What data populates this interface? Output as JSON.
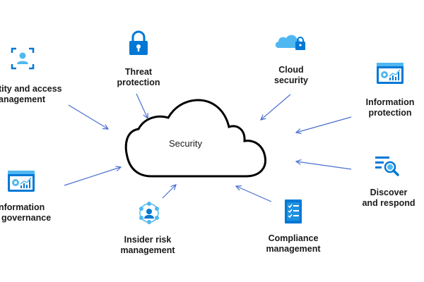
{
  "center": {
    "label": "Security"
  },
  "nodes": {
    "identity": {
      "line1": "tity and access",
      "line2": "anagement",
      "icon": "identity-scan-icon"
    },
    "threat": {
      "line1": "Threat",
      "line2": "protection",
      "icon": "lock-icon"
    },
    "cloud": {
      "line1": "Cloud",
      "line2": "security",
      "icon": "cloud-lock-icon"
    },
    "info_protection": {
      "line1": "Information",
      "line2": "protection",
      "icon": "dashboard-chart-icon"
    },
    "discover": {
      "line1": "Discover",
      "line2": "and respond",
      "icon": "search-list-icon"
    },
    "compliance": {
      "line1": "Compliance",
      "line2": "management",
      "icon": "checklist-icon"
    },
    "insider": {
      "line1": "Insider risk",
      "line2": "management",
      "icon": "insider-network-icon"
    },
    "info_governance": {
      "line1": "nformation",
      "line2": "governance",
      "icon": "dashboard-chart-icon"
    }
  },
  "colors": {
    "icon_blue": "#0078d4",
    "icon_light_blue": "#50b8f0",
    "arrow": "#4a6fcf",
    "cloud_stroke": "#000000"
  }
}
